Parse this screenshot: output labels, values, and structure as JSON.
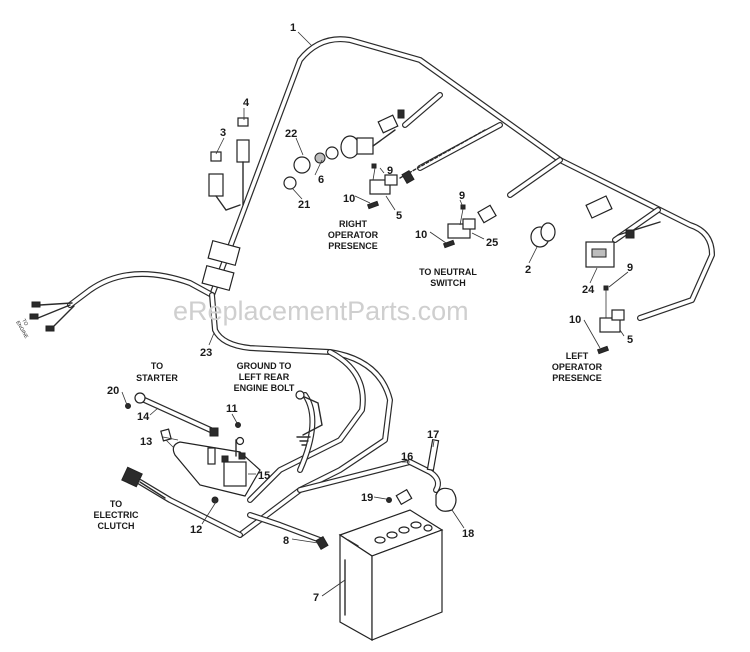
{
  "callouts": {
    "n1": "1",
    "n2": "2",
    "n3": "3",
    "n4": "4",
    "n5a": "5",
    "n5b": "5",
    "n6": "6",
    "n7": "7",
    "n8": "8",
    "n9a": "9",
    "n9b": "9",
    "n9c": "9",
    "n10a": "10",
    "n10b": "10",
    "n10c": "10",
    "n11": "11",
    "n12": "12",
    "n13": "13",
    "n14": "14",
    "n15": "15",
    "n16": "16",
    "n17": "17",
    "n18": "18",
    "n19": "19",
    "n20": "20",
    "n21": "21",
    "n22": "22",
    "n23": "23",
    "n24": "24",
    "n25": "25"
  },
  "labels": {
    "right_operator": [
      "RIGHT",
      "OPERATOR",
      "PRESENCE"
    ],
    "neutral_switch": [
      "TO NEUTRAL",
      "SWITCH"
    ],
    "left_operator": [
      "LEFT",
      "OPERATOR",
      "PRESENCE"
    ],
    "to_starter": [
      "TO",
      "STARTER"
    ],
    "ground": [
      "GROUND TO",
      "LEFT REAR",
      "ENGINE BOLT"
    ],
    "electric_clutch": [
      "TO",
      "ELECTRIC",
      "CLUTCH"
    ],
    "to_engine": [
      "TO",
      "ENGINE"
    ]
  },
  "watermark": "eReplacementParts.com"
}
